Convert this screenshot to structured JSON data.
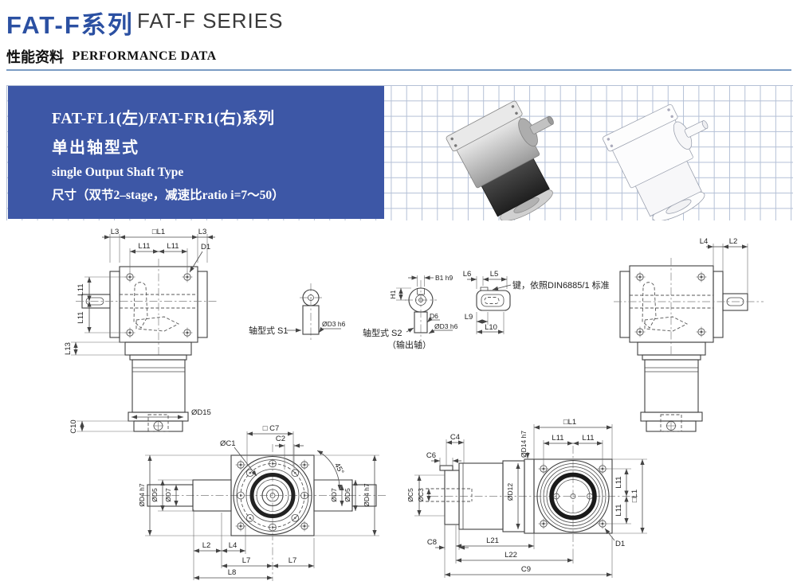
{
  "header": {
    "title_zh": "FAT-F系列",
    "title_en": "FAT-F SERIES",
    "section_zh": "性能资料",
    "section_en": "PERFORMANCE DATA"
  },
  "banner": {
    "line1": "FAT-FL1(左)/FAT-FR1(右)系列",
    "line2": "单出轴型式",
    "line3": "single Output Shaft Type",
    "line4": "尺寸（双节2–stage，减速比ratio i=7～50）",
    "bg_color": "#3d57a6",
    "grid_color": "#b4c0d6",
    "title_blue": "#2b50a2",
    "rule_color": "#7b9cc4"
  },
  "labels": {
    "L1_sq": "□L1",
    "L2": "L2",
    "L3": "L3",
    "L4": "L4",
    "L5": "L5",
    "L6": "L6",
    "L7": "L7",
    "L8": "L8",
    "L9": "L9",
    "L10": "L10",
    "L11": "L11",
    "L13": "L13",
    "L21": "L21",
    "L22": "L22",
    "C1": "ØC1",
    "C2": "C2",
    "C3": "ØC3",
    "C4": "C4",
    "C5": "ØC5",
    "C6": "C6",
    "C7_sq": "□ C7",
    "C8": "C8",
    "C9": "C9",
    "C10": "C10",
    "D1": "D1",
    "D3": "ØD3 h6",
    "D4": "ØD4 h7",
    "D5": "ØD5",
    "D6": "D6",
    "D7": "ØD7",
    "D12": "ØD12",
    "D14": "ØD14 h7",
    "D15": "ØD15",
    "B1": "B1 h9",
    "H1": "H1",
    "angle_45": "45°",
    "shaft_s1": "轴型式 S1",
    "shaft_s2": "轴型式 S2",
    "output_shaft": "（输出轴）",
    "key_note": "键，依照DIN6885/1 标准"
  }
}
